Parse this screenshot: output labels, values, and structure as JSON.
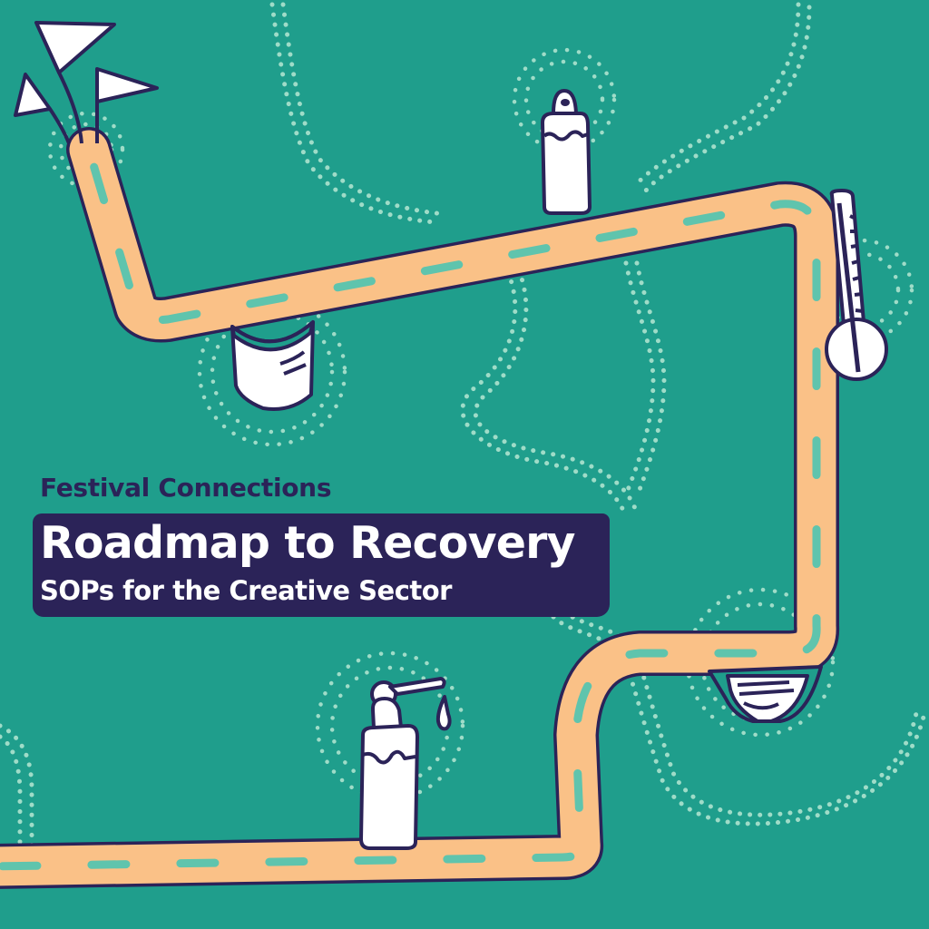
{
  "poster": {
    "kicker": "Festival Connections",
    "title": "Roadmap to Recovery",
    "subtitle": "SOPs for the Creative Sector"
  },
  "colors": {
    "background": "#1f9e8c",
    "road": "#fac187",
    "road_outline": "#2b2358",
    "road_dash": "#5fc4ad",
    "dots": "#9fdcc8",
    "icon_fill": "#ffffff",
    "title_box": "#2b2358",
    "kicker_text": "#2b2358",
    "title_text": "#ffffff"
  },
  "icons": [
    {
      "name": "flags-icon",
      "label": "Start flags"
    },
    {
      "name": "face-mask-icon",
      "label": "Face mask"
    },
    {
      "name": "sanitizer-bottle-icon",
      "label": "Sanitizer bottle"
    },
    {
      "name": "thermometer-icon",
      "label": "Thermometer"
    },
    {
      "name": "face-mask-icon",
      "label": "Face mask"
    },
    {
      "name": "pump-dispenser-icon",
      "label": "Hand soap pump dispenser"
    }
  ]
}
